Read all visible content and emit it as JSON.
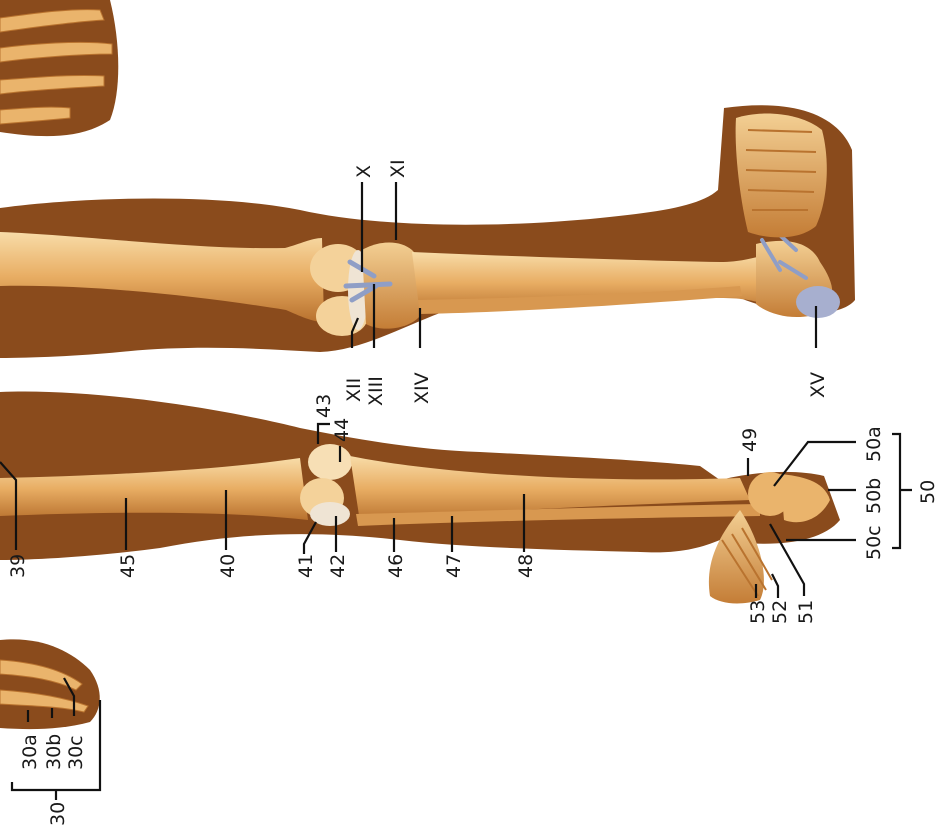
{
  "colors": {
    "background": "#ffffff",
    "silhouette": "#8a4b1c",
    "bone": "#eab46c",
    "bone_light": "#f6d7a2",
    "bone_shadow": "#b9732f",
    "ligament": "#8f9ec6",
    "cartilage": "#efe7dc",
    "leader_line": "#111111"
  },
  "labels": {
    "l39": "39",
    "l45": "45",
    "l40": "40",
    "l41": "41",
    "l42": "42",
    "l43": "43",
    "l44": "44",
    "l46": "46",
    "l47": "47",
    "l48": "48",
    "l49": "49",
    "l50": "50",
    "l50a": "50a",
    "l50b": "50b",
    "l50c": "50c",
    "l51": "51",
    "l52": "52",
    "l53": "53",
    "l30": "30",
    "l30a": "30a",
    "l30b": "30b",
    "l30c": "30c",
    "lX": "X",
    "lXI": "XI",
    "lXII": "XII",
    "lXIII": "XIII",
    "lXIV": "XIV",
    "lXV": "XV"
  }
}
